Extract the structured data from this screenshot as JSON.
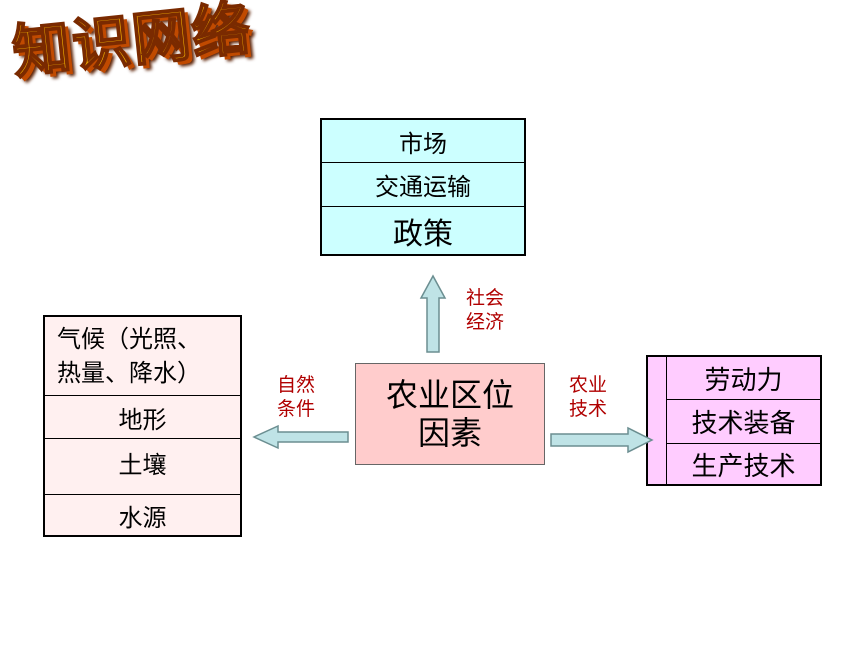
{
  "title": "知识网络",
  "center": {
    "line1": "农业区位",
    "line2": "因素"
  },
  "top_box": {
    "items": [
      "市场",
      "交通运输",
      "政策"
    ]
  },
  "left_box": {
    "items": [
      "气候（光照、",
      "热量、降水）",
      "地形",
      "土壤",
      "水源"
    ]
  },
  "right_box": {
    "items": [
      "劳动力",
      "技术装备",
      "生产技术"
    ]
  },
  "labels": {
    "up": [
      "社会",
      "经济"
    ],
    "left": [
      "自然",
      "条件"
    ],
    "right": [
      "农业",
      "技术"
    ]
  },
  "colors": {
    "top_fill": "#ccffff",
    "left_fill": "#fff0f0",
    "right_fill": "#ffccff",
    "center_fill": "#ffcccc",
    "arrow_fill": "#bfe3e6",
    "label_color": "#b00000"
  }
}
